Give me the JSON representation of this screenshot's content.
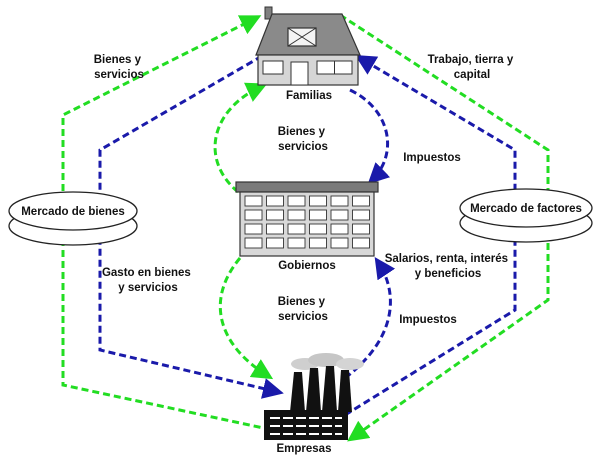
{
  "nodes": {
    "families": "Familias",
    "government": "Gobiernos",
    "firms": "Empresas",
    "goods_market": "Mercado de bienes",
    "factor_market": "Mercado de factores"
  },
  "flows": {
    "goods_services_left": [
      "Bienes y",
      "servicios"
    ],
    "labor_land_capital": [
      "Trabajo, tierra y",
      "capital"
    ],
    "goods_services_to_families": [
      "Bienes y",
      "servicios"
    ],
    "taxes_families": "Impuestos",
    "spending_goods": [
      "Gasto en bienes",
      "y servicios"
    ],
    "wages_rent": [
      "Salarios, renta, interés",
      "y beneficios"
    ],
    "goods_services_to_firms": [
      "Bienes y",
      "servicios"
    ],
    "taxes_firms": "Impuestos"
  },
  "colors": {
    "goods_flow": "#22dd22",
    "money_flow": "#1a1aaa"
  }
}
